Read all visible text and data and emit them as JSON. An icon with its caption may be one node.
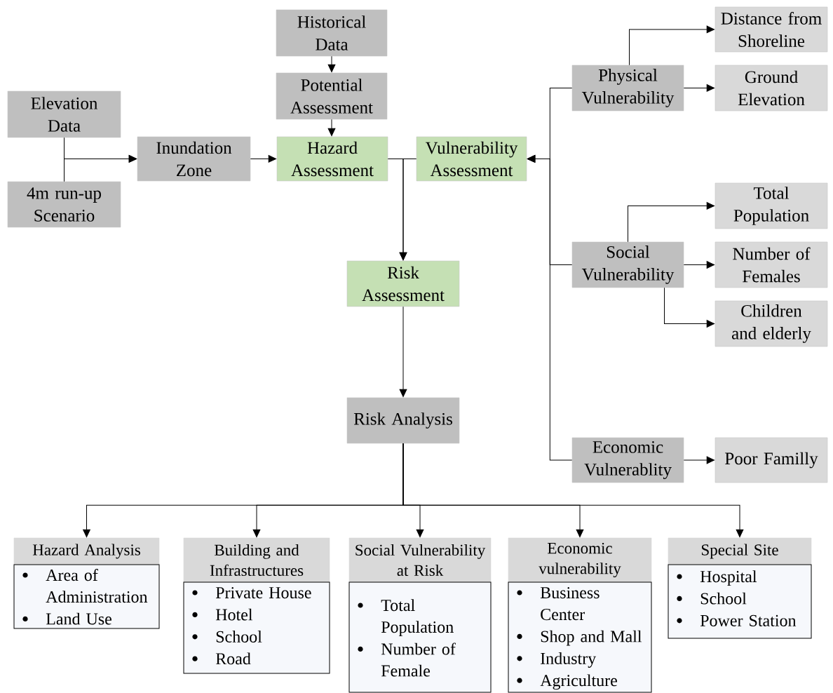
{
  "diagram": {
    "nodes": [
      {
        "text": [
          "Historical Data"
        ]
      },
      {
        "text": [
          "Potential Assessment"
        ]
      },
      {
        "text": [
          "Elevation Data"
        ]
      },
      {
        "text": [
          "Inundation Zone"
        ]
      },
      {
        "text": [
          "Hazard Assessment"
        ]
      },
      {
        "text": [
          "Vulnerability Assessment"
        ]
      },
      {
        "text": [
          "4m run-up Scenario"
        ]
      },
      {
        "text": [
          "Physical Vulnerability"
        ]
      },
      {
        "text": [
          "Distance from Shoreline"
        ]
      },
      {
        "text": [
          "Ground Elevation"
        ]
      },
      {
        "text": [
          "Total Population"
        ]
      },
      {
        "text": [
          "Social Vulnerability"
        ]
      },
      {
        "text": [
          "Number of Females"
        ]
      },
      {
        "text": [
          "Children and elderly"
        ]
      },
      {
        "text": [
          "Risk Assessment"
        ]
      },
      {
        "text": [
          "Risk Analysis"
        ]
      },
      {
        "text": [
          "Economic Vulnerablity"
        ]
      },
      {
        "text": [
          "Poor Familly"
        ]
      },
      {
        "text": [
          "Hazard Analysis",
          "Area of Administration",
          "Land Use"
        ]
      },
      {
        "text": [
          "Building and Infrastructures",
          "Private House",
          "Hotel",
          "School",
          "Road"
        ]
      },
      {
        "text": [
          "Social Vulnerability at Risk",
          "Total Population",
          "Number of Female"
        ]
      },
      {
        "text": [
          "Economic vulnerability",
          "Business Center",
          "Shop and Mall",
          "Industry",
          "Agriculture"
        ]
      },
      {
        "text": [
          "Special Site",
          "Hospital",
          "School",
          "Power Station"
        ]
      }
    ],
    "edges": [
      {
        "from": 0,
        "to": 1,
        "arrow": "to"
      },
      {
        "from": 1,
        "to": 4,
        "arrow": "to"
      },
      {
        "from": 2,
        "to": 3,
        "arrow": "to"
      },
      {
        "from": 6,
        "to": 3,
        "arrow": "to"
      },
      {
        "from": 3,
        "to": 4,
        "arrow": "to"
      },
      {
        "from": 4,
        "to": 14,
        "arrow": "to"
      },
      {
        "from": 5,
        "to": 14,
        "arrow": "to"
      },
      {
        "from": 7,
        "to": 5,
        "arrow": "to"
      },
      {
        "from": 11,
        "to": 5,
        "arrow": "to"
      },
      {
        "from": 16,
        "to": 5,
        "arrow": "to"
      },
      {
        "from": 7,
        "to": 8,
        "arrow": "to"
      },
      {
        "from": 7,
        "to": 9,
        "arrow": "to"
      },
      {
        "from": 11,
        "to": 10,
        "arrow": "to"
      },
      {
        "from": 11,
        "to": 12,
        "arrow": "to"
      },
      {
        "from": 11,
        "to": 13,
        "arrow": "to"
      },
      {
        "from": 16,
        "to": 17,
        "arrow": "to"
      },
      {
        "from": 14,
        "to": 15,
        "arrow": "to"
      },
      {
        "from": 15,
        "to": 18,
        "arrow": "to"
      },
      {
        "from": 15,
        "to": 19,
        "arrow": "to"
      },
      {
        "from": 15,
        "to": 20,
        "arrow": "to"
      },
      {
        "from": 15,
        "to": 21,
        "arrow": "to"
      },
      {
        "from": 15,
        "to": 22,
        "arrow": "to"
      }
    ]
  }
}
